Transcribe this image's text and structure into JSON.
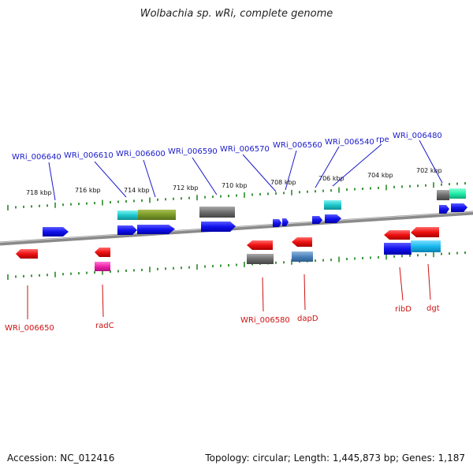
{
  "title": "Wolbachia sp. wRi, complete genome",
  "footer": {
    "accession": "Accession: NC_012416",
    "summary": "Topology: circular; Length: 1,445,873 bp; Genes: 1,187"
  },
  "axis": {
    "unit": "kbp",
    "top_ticks": [
      "718 kbp",
      "716 kbp",
      "714 kbp",
      "712 kbp",
      "710 kbp",
      "708 kbp",
      "706 kbp",
      "704 kbp",
      "702 kbp"
    ]
  },
  "genes_top": [
    "WRi_006640",
    "WRi_006610",
    "WRi_006600",
    "WRi_006590",
    "WRi_006570",
    "WRi_006560",
    "WRi_006540",
    "rpe",
    "WRi_006480"
  ],
  "genes_bottom": [
    "WRi_006650",
    "radC",
    "WRi_006580",
    "dapD",
    "ribD",
    "dgt"
  ],
  "colors": {
    "forward": "#1111ee",
    "reverse": "#ee1111",
    "label_top": "#1a1acc",
    "label_bottom": "#cc1111",
    "tick": "#2a8a2a",
    "backbone": "#8a8a8a"
  }
}
